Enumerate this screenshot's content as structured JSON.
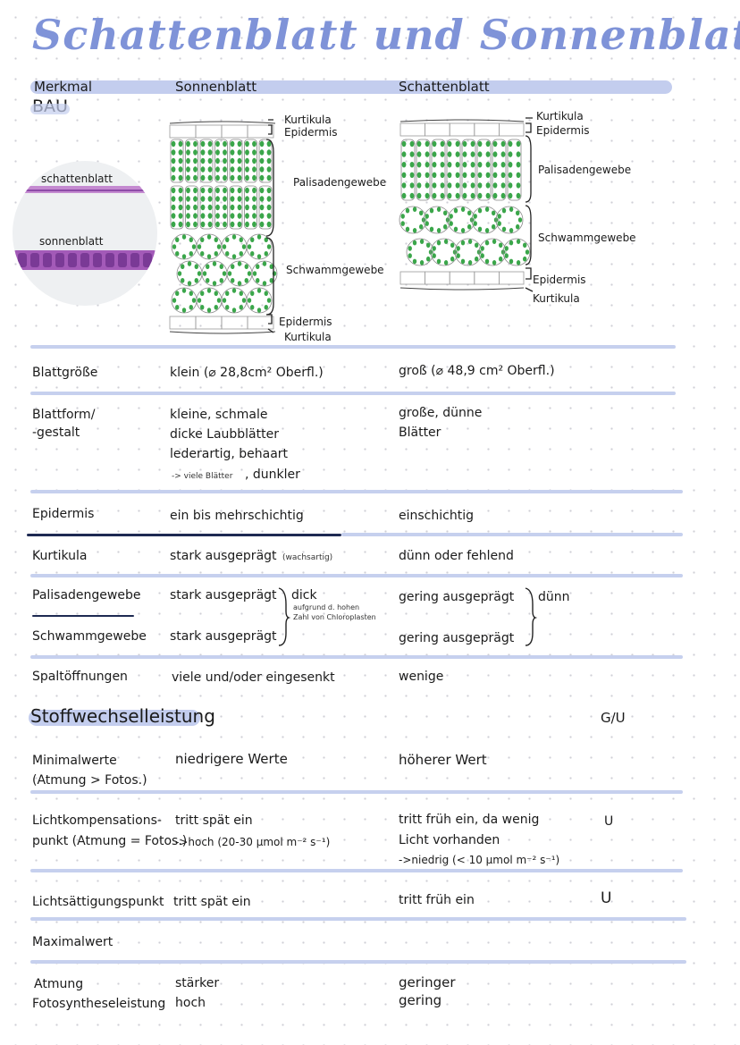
{
  "title": "Schattenblatt und Sonnenblatt",
  "header": {
    "merkmal": "Merkmal",
    "bau": "BAU",
    "sonnenblatt": "Sonnenblatt",
    "schattenblatt": "Schattenblatt"
  },
  "photo": {
    "label_top": "schattenblatt",
    "label_bottom": "sonnenblatt"
  },
  "diagram_sun": {
    "kutikula_top": "Kurtikula",
    "epidermis_top": "Epidermis",
    "palisade": "Palisadengewebe",
    "schwamm": "Schwammgewebe",
    "epidermis_bottom": "Epidermis",
    "kutikula_bottom": "Kurtikula"
  },
  "diagram_shade": {
    "kutikula_top": "Kurtikula",
    "epidermis_top": "Epidermis",
    "palisade": "Palisadengewebe",
    "schwamm": "Schwammgewebe",
    "epidermis_bottom": "Epidermis",
    "kutikula_bottom": "Kurtikula"
  },
  "rows": {
    "blattgroesse": {
      "label": "Blattgröße",
      "sun": "klein (⌀ 28,8cm² Oberfl.)",
      "shade": "groß (⌀ 48,9 cm² Oberfl.)"
    },
    "blattform": {
      "label_1": "Blattform/",
      "label_2": "-gestalt",
      "sun_1": "kleine, schmale",
      "sun_2": "dicke Laubblätter",
      "sun_3": "lederartig, behaart",
      "sun_4a": "-> viele Blätter",
      "sun_4b": ", dunkler",
      "shade_1": "große, dünne",
      "shade_2": "Blätter"
    },
    "epidermis": {
      "label": "Epidermis",
      "sun": "ein bis mehrschichtig",
      "shade": "einschichtig"
    },
    "kutikula": {
      "label": "Kurtikula",
      "sun": "stark ausgeprägt",
      "sun_note": "(wachsartig)",
      "shade": "dünn oder fehlend"
    },
    "palisaden": {
      "label": "Palisadengewebe",
      "sun": "stark ausgeprägt",
      "shade": "gering ausgeprägt"
    },
    "schwamm": {
      "label": "Schwammgewebe",
      "sun": "stark ausgeprägt",
      "shade": "gering ausgeprägt"
    },
    "gewebe_note": {
      "sun_word": "dick",
      "sun_sub_1": "aufgrund d. hohen",
      "sun_sub_2": "Zahl von Chloroplasten",
      "shade_word": "dünn"
    },
    "spalt": {
      "label": "Spaltöffnungen",
      "sun": "viele  und/oder eingesenkt",
      "shade": "wenige"
    }
  },
  "section2": {
    "title": "Stoffwechselleistung",
    "tag": "G/U"
  },
  "rows2": {
    "minimal": {
      "label_1": "Minimalwerte",
      "label_2": "(Atmung > Fotos.)",
      "sun": "niedrigere Werte",
      "shade": "höherer Wert"
    },
    "kompensation": {
      "label_1": "Lichtkompensations-",
      "label_2": "punkt (Atmung = Fotos.)",
      "sun_1": "tritt spät ein",
      "sun_2": "->hoch  (20-30 µmol m⁻² s⁻¹)",
      "shade_1": "tritt früh ein, da wenig",
      "shade_2": "Licht vorhanden",
      "shade_3": "->niedrig  (< 10 µmol m⁻² s⁻¹)",
      "tag": "U"
    },
    "saettigung": {
      "label": "Lichtsättigungspunkt",
      "sun": "tritt spät ein",
      "shade": "tritt früh ein",
      "tag": "U"
    },
    "maximal": {
      "label": "Maximalwert"
    },
    "atmung": {
      "label_1": "Atmung",
      "label_2": "Fotosyntheseleistung",
      "sun_1": "stärker",
      "sun_2": "hoch",
      "shade_1": "geringer",
      "shade_2": "gering"
    }
  },
  "colors": {
    "accent": "#c3cdee",
    "title": "#7f93d8",
    "chloroplast": "#3aa64a",
    "photo_purple": "#a35ab8"
  }
}
